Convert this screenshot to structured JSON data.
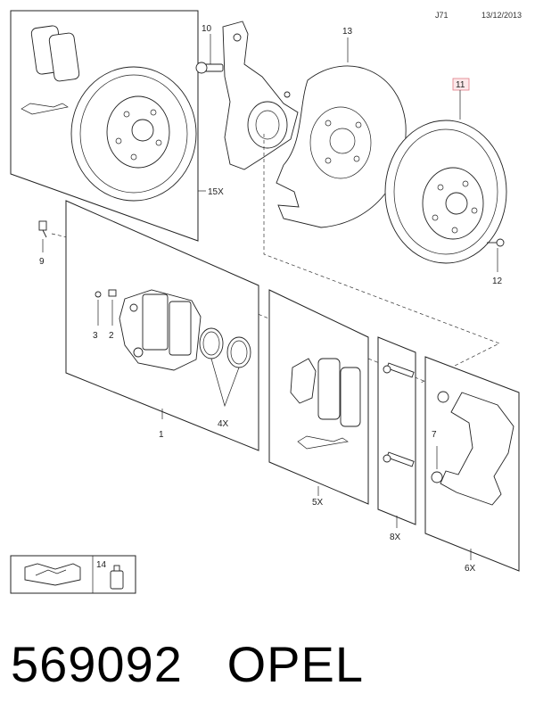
{
  "header": {
    "code": "J71",
    "date": "13/12/2013"
  },
  "callouts": {
    "c1": "1",
    "c2": "2",
    "c3": "3",
    "c4": "4X",
    "c5": "5X",
    "c6": "6X",
    "c7": "7",
    "c8": "8X",
    "c9": "9",
    "c10": "10",
    "c11": "11",
    "c12": "12",
    "c13": "13",
    "c14": "14",
    "c15": "15X"
  },
  "footer": {
    "part_number": "569092",
    "brand": "OPEL"
  }
}
